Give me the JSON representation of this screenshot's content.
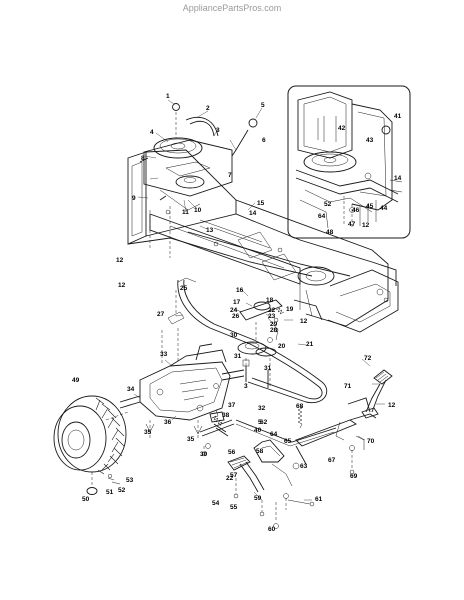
{
  "watermark": "AppliancePartsPros.com",
  "callouts": [
    {
      "id": "c1",
      "text": "1"
    },
    {
      "id": "c2",
      "text": "2"
    },
    {
      "id": "c3",
      "text": "3"
    },
    {
      "id": "c4",
      "text": "4"
    },
    {
      "id": "c5",
      "text": "5"
    },
    {
      "id": "c6",
      "text": "6"
    },
    {
      "id": "c7",
      "text": "7"
    },
    {
      "id": "c8",
      "text": "8"
    },
    {
      "id": "c9",
      "text": "9"
    },
    {
      "id": "c10",
      "text": "10"
    },
    {
      "id": "c11",
      "text": "11"
    },
    {
      "id": "c12a",
      "text": "12"
    },
    {
      "id": "c13",
      "text": "13"
    },
    {
      "id": "c14",
      "text": "14"
    },
    {
      "id": "c15",
      "text": "15"
    },
    {
      "id": "c16",
      "text": "16"
    },
    {
      "id": "c17",
      "text": "17"
    },
    {
      "id": "c18",
      "text": "18"
    },
    {
      "id": "c19",
      "text": "19"
    },
    {
      "id": "c20",
      "text": "20"
    },
    {
      "id": "c21",
      "text": "21"
    },
    {
      "id": "c22a",
      "text": "22"
    },
    {
      "id": "c23",
      "text": "23"
    },
    {
      "id": "c24",
      "text": "24"
    },
    {
      "id": "c25",
      "text": "25"
    },
    {
      "id": "c26",
      "text": "26"
    },
    {
      "id": "c27",
      "text": "27"
    },
    {
      "id": "c28",
      "text": "28"
    },
    {
      "id": "c29",
      "text": "29"
    },
    {
      "id": "c30a",
      "text": "30"
    },
    {
      "id": "c31a",
      "text": "31"
    },
    {
      "id": "c31b",
      "text": "31"
    },
    {
      "id": "c32",
      "text": "32"
    },
    {
      "id": "c33",
      "text": "33"
    },
    {
      "id": "c34",
      "text": "34"
    },
    {
      "id": "c35a",
      "text": "35"
    },
    {
      "id": "c35b",
      "text": "35"
    },
    {
      "id": "c36",
      "text": "36"
    },
    {
      "id": "c37",
      "text": "37"
    },
    {
      "id": "c38",
      "text": "38"
    },
    {
      "id": "c3b",
      "text": "3"
    },
    {
      "id": "c30b",
      "text": "30"
    },
    {
      "id": "c40",
      "text": "40"
    },
    {
      "id": "c49",
      "text": "49"
    },
    {
      "id": "c50",
      "text": "50"
    },
    {
      "id": "c51",
      "text": "51"
    },
    {
      "id": "c52a",
      "text": "52"
    },
    {
      "id": "c53",
      "text": "53"
    },
    {
      "id": "c54",
      "text": "54"
    },
    {
      "id": "c55",
      "text": "55"
    },
    {
      "id": "c56",
      "text": "56"
    },
    {
      "id": "c57",
      "text": "57"
    },
    {
      "id": "c58",
      "text": "58"
    },
    {
      "id": "c59",
      "text": "59"
    },
    {
      "id": "c60",
      "text": "60"
    },
    {
      "id": "c61",
      "text": "61"
    },
    {
      "id": "c62",
      "text": "62"
    },
    {
      "id": "c63",
      "text": "63"
    },
    {
      "id": "c64a",
      "text": "64"
    },
    {
      "id": "c65",
      "text": "65"
    },
    {
      "id": "c67",
      "text": "67"
    },
    {
      "id": "c68",
      "text": "68"
    },
    {
      "id": "c69",
      "text": "69"
    },
    {
      "id": "c70",
      "text": "70"
    },
    {
      "id": "c71",
      "text": "71"
    },
    {
      "id": "c72",
      "text": "72"
    },
    {
      "id": "c12b",
      "text": "12"
    },
    {
      "id": "c12c",
      "text": "12"
    },
    {
      "id": "c12d",
      "text": "12"
    },
    {
      "id": "c22b",
      "text": "22"
    },
    {
      "id": "i5",
      "text": "5"
    },
    {
      "id": "i41",
      "text": "41"
    },
    {
      "id": "i42",
      "text": "42"
    },
    {
      "id": "i43",
      "text": "43"
    },
    {
      "id": "i44",
      "text": "44"
    },
    {
      "id": "i45",
      "text": "45"
    },
    {
      "id": "i46",
      "text": "46"
    },
    {
      "id": "i47",
      "text": "47"
    },
    {
      "id": "i48",
      "text": "48"
    },
    {
      "id": "i52",
      "text": "52"
    },
    {
      "id": "i14",
      "text": "14"
    },
    {
      "id": "i64",
      "text": "64"
    },
    {
      "id": "i12",
      "text": "12"
    }
  ]
}
